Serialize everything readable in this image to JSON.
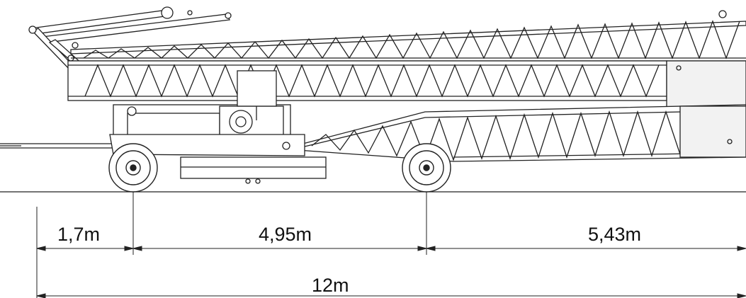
{
  "dimensions": {
    "segment_1": "1,7m",
    "segment_2": "4,95m",
    "segment_3": "5,43m",
    "total": "12m"
  },
  "colors": {
    "line": "#222222",
    "background": "#ffffff",
    "panel_fill": "#f2f2f2"
  }
}
